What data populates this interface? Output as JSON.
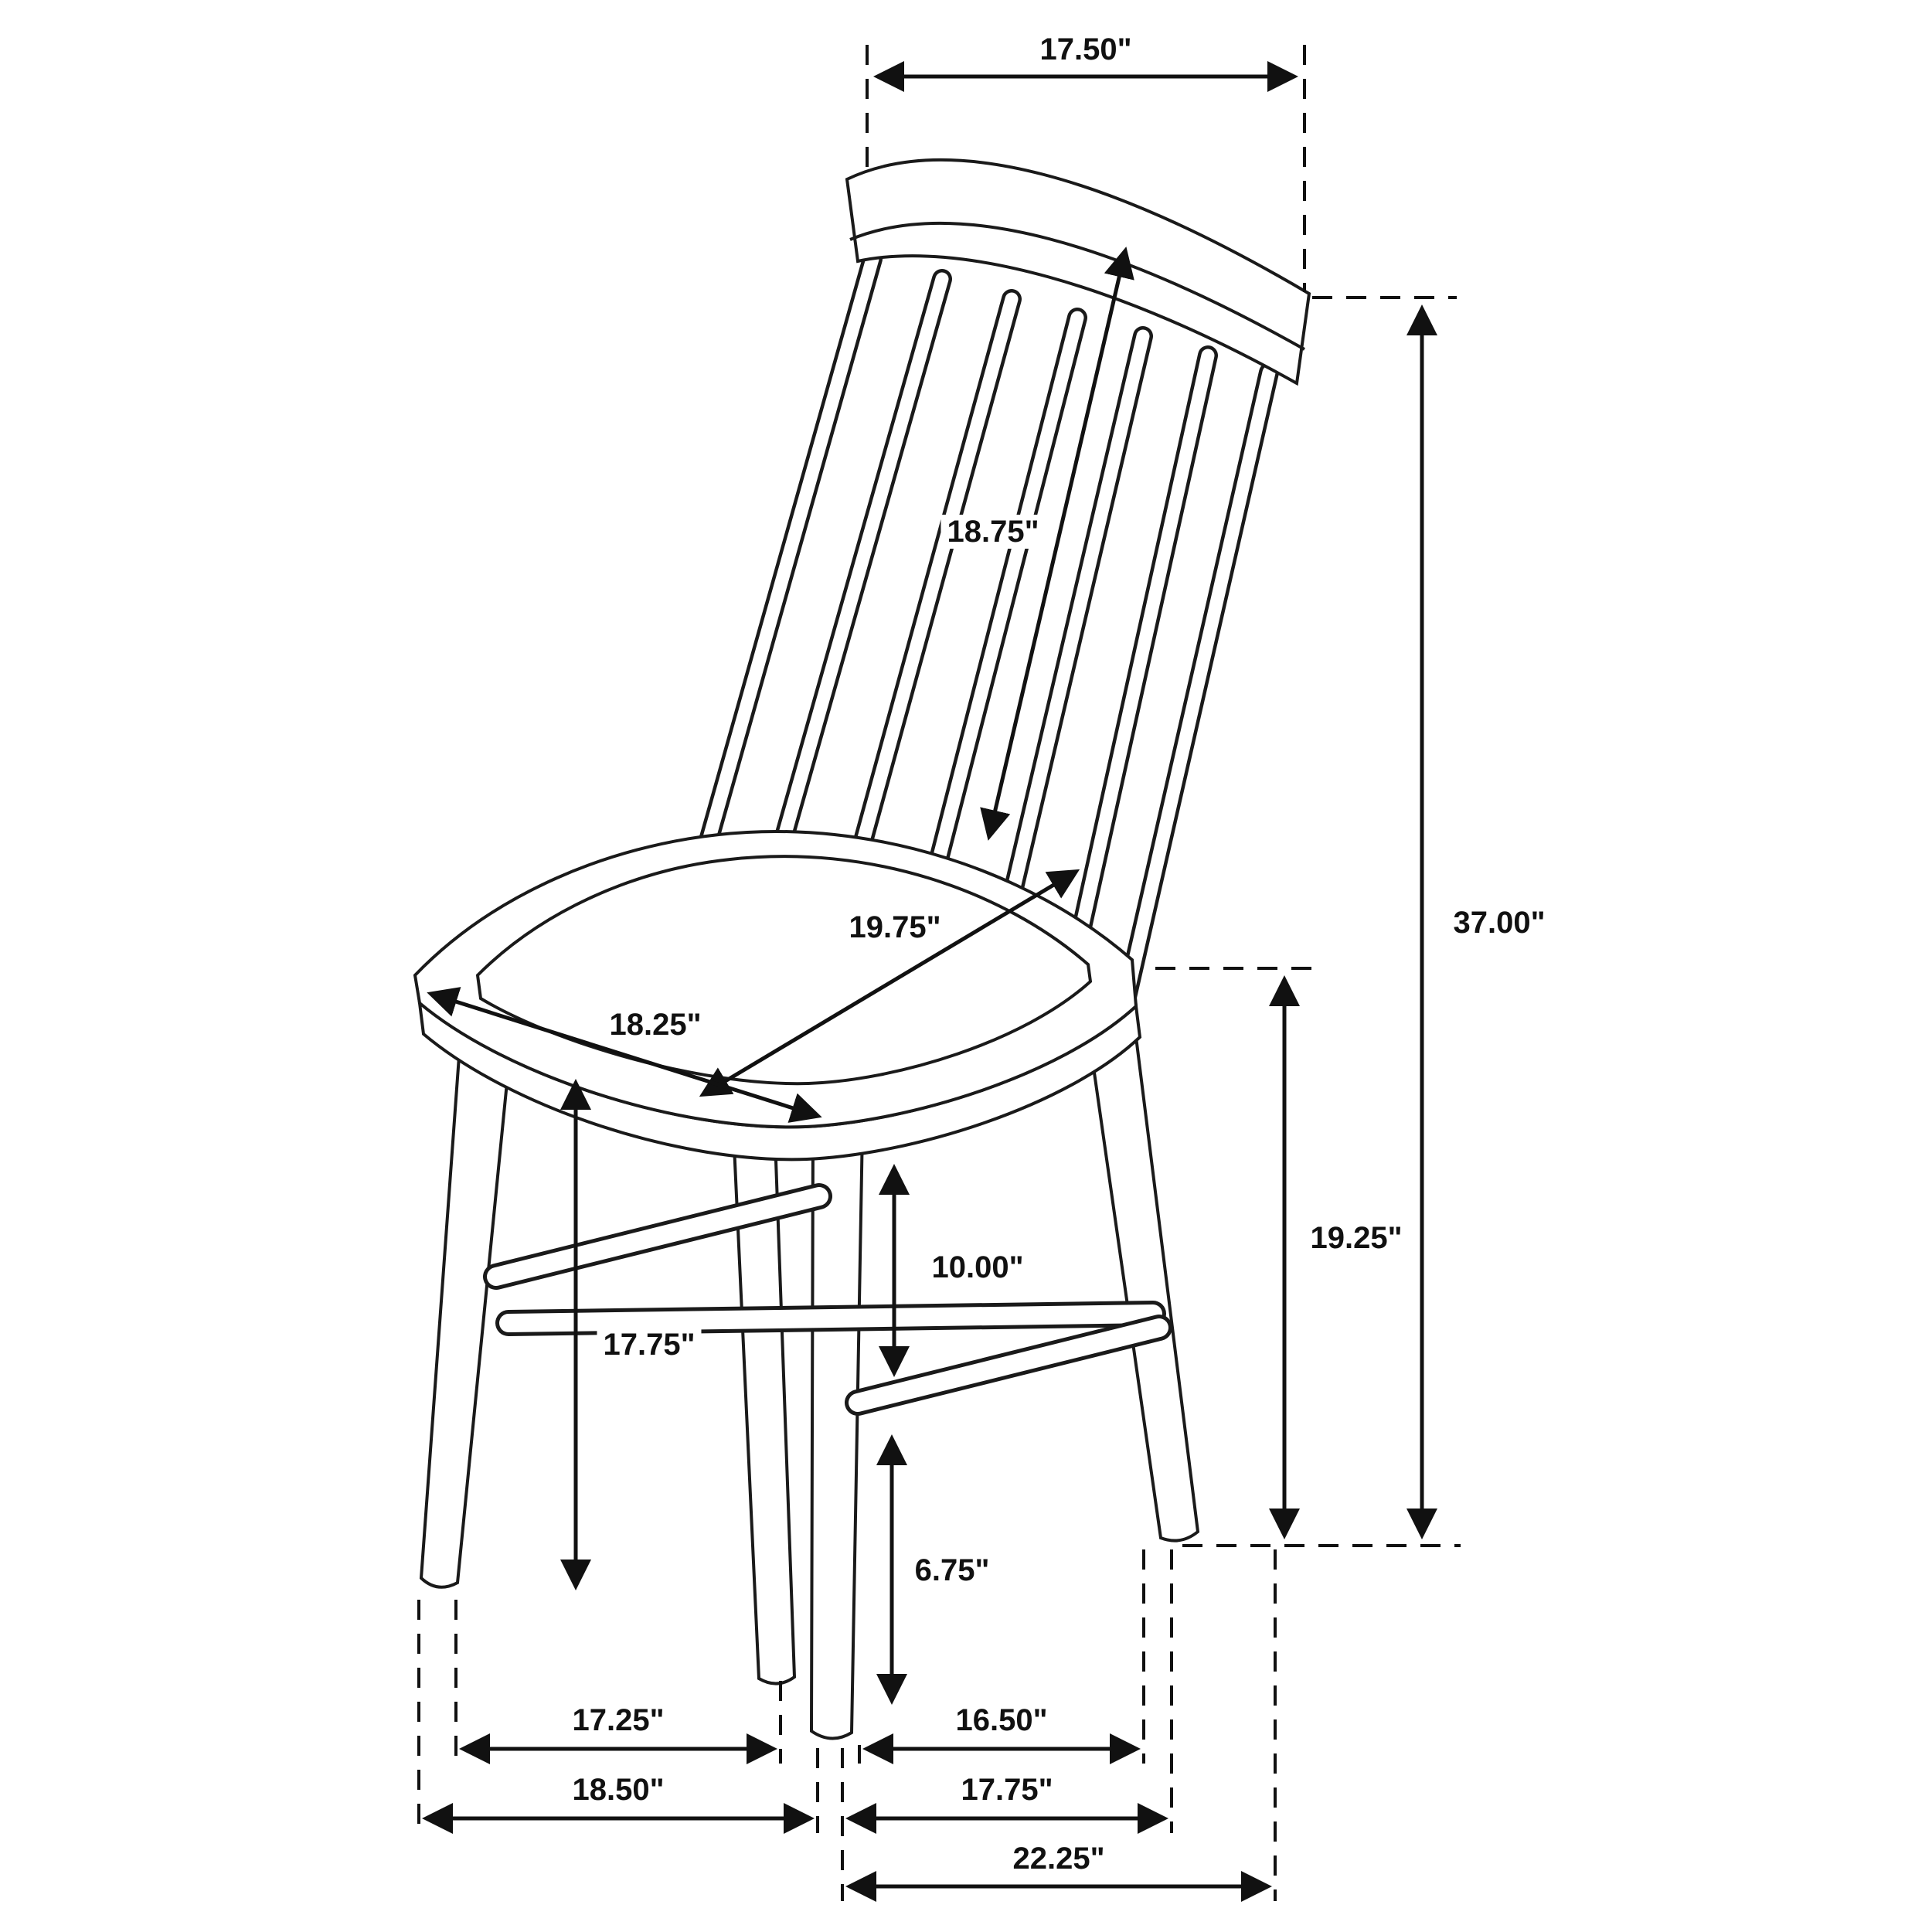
{
  "diagram": {
    "subject": "dining chair dimension drawing",
    "unit": "inches"
  },
  "colors": {
    "line": "#1a1a1a",
    "dimension": "#111111",
    "background": "#ffffff",
    "label_text": "#111111"
  },
  "dimensions": {
    "top_width": "17.50\"",
    "back_length": "18.75\"",
    "overall_height": "37.00\"",
    "seat_depth": "19.75\"",
    "seat_width": "18.25\"",
    "seat_height_rear": "19.25\"",
    "seat_to_stretcher": "10.00\"",
    "seat_height_front": "17.75\"",
    "stretcher_to_floor": "6.75\"",
    "front_leg_spacing_inner": "17.25\"",
    "side_leg_spacing_inner": "16.50\"",
    "front_width_outer": "18.50\"",
    "side_depth_mid": "17.75\"",
    "overall_depth": "22.25\""
  }
}
